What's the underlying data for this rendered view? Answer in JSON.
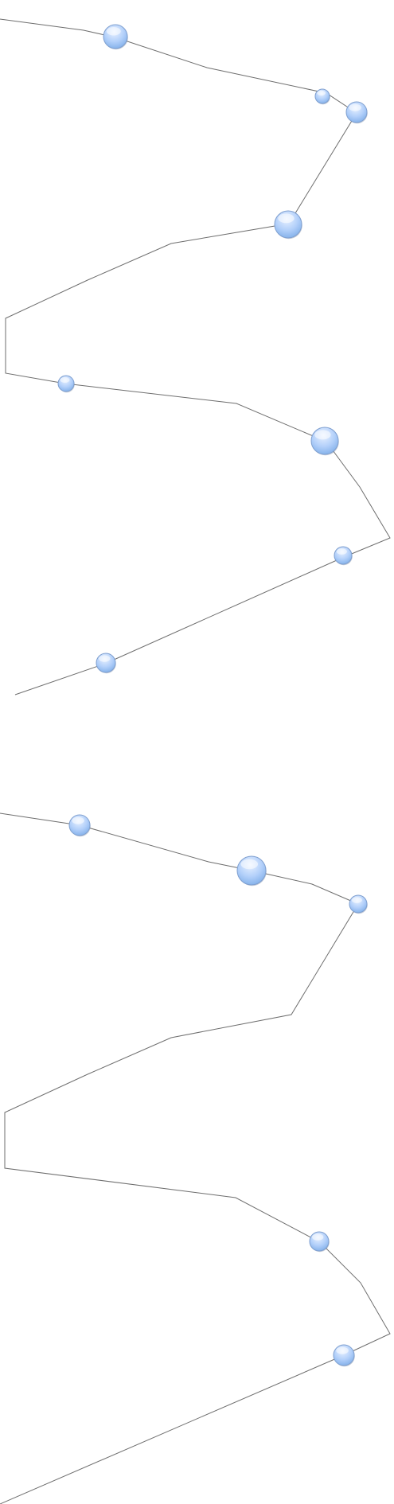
{
  "diagram": {
    "paths": [
      {
        "name": "zigzag-path-top"
      },
      {
        "name": "zigzag-path-bottom"
      }
    ],
    "nodes": [
      {
        "name": "node-1",
        "path": "zigzag-path-top",
        "size": "large"
      },
      {
        "name": "node-2",
        "path": "zigzag-path-top",
        "size": "small"
      },
      {
        "name": "node-3",
        "path": "zigzag-path-top",
        "size": "medium"
      },
      {
        "name": "node-4",
        "path": "zigzag-path-top",
        "size": "xlarge"
      },
      {
        "name": "node-5",
        "path": "zigzag-path-top",
        "size": "small"
      },
      {
        "name": "node-6",
        "path": "zigzag-path-top",
        "size": "xlarge"
      },
      {
        "name": "node-7",
        "path": "zigzag-path-top",
        "size": "small"
      },
      {
        "name": "node-8",
        "path": "zigzag-path-top",
        "size": "medium"
      },
      {
        "name": "node-9",
        "path": "zigzag-path-bottom",
        "size": "medium"
      },
      {
        "name": "node-10",
        "path": "zigzag-path-bottom",
        "size": "xlarge"
      },
      {
        "name": "node-11",
        "path": "zigzag-path-bottom",
        "size": "medium"
      },
      {
        "name": "node-12",
        "path": "zigzag-path-bottom",
        "size": "medium"
      },
      {
        "name": "node-13",
        "path": "zigzag-path-bottom",
        "size": "medium"
      }
    ],
    "colors": {
      "line": "#6e6e6e",
      "node_fill_top": "#dbe9ff",
      "node_fill_bottom": "#8fb8f0",
      "node_stroke": "#7f9fcf"
    }
  }
}
